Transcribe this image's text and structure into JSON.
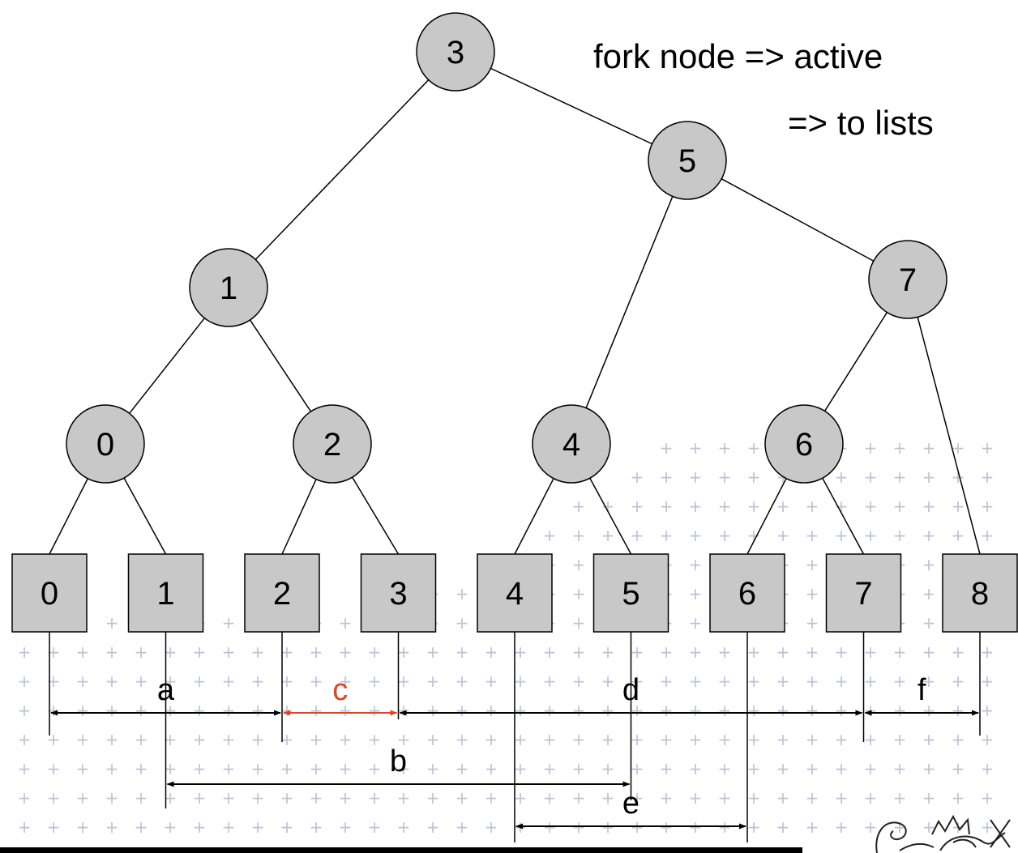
{
  "diagram": {
    "annotation": {
      "line1": "fork node => active",
      "line2": "=> to lists"
    },
    "inner_nodes": [
      {
        "label": "3",
        "highlight": true
      },
      {
        "label": "5",
        "highlight": false
      },
      {
        "label": "1",
        "highlight": false
      },
      {
        "label": "7",
        "highlight": false
      },
      {
        "label": "0",
        "highlight": false
      },
      {
        "label": "2",
        "highlight": false
      },
      {
        "label": "4",
        "highlight": false
      },
      {
        "label": "6",
        "highlight": false
      }
    ],
    "leaves": [
      "0",
      "1",
      "2",
      "3",
      "4",
      "5",
      "6",
      "7",
      "8"
    ],
    "intervals": [
      {
        "label": "a",
        "from_leaf": "0",
        "to_leaf": "2",
        "highlight": false
      },
      {
        "label": "b",
        "from_leaf": "1",
        "to_leaf": "5",
        "highlight": false
      },
      {
        "label": "c",
        "from_leaf": "2",
        "to_leaf": "3",
        "highlight": true
      },
      {
        "label": "d",
        "from_leaf": "3",
        "to_leaf": "7",
        "highlight": false
      },
      {
        "label": "e",
        "from_leaf": "4",
        "to_leaf": "6",
        "highlight": false
      },
      {
        "label": "f",
        "from_leaf": "7",
        "to_leaf": "8",
        "highlight": false
      }
    ],
    "colors": {
      "node_fill": "#c8c8c8",
      "highlight": "#e8401c",
      "line": "#000000",
      "background_marks": "#b9c4d8"
    }
  }
}
